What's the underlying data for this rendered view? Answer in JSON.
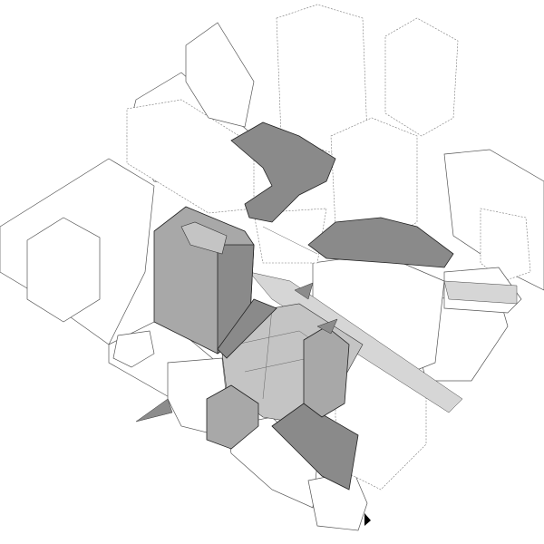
{
  "colors": {
    "background": "#ffffff",
    "highlight_dark": "#8a8a8a",
    "highlight_mid": "#a8a8a8",
    "street": "#c4c4c4",
    "outline": "#555555"
  },
  "icons": [
    "direction-arrow-left",
    "direction-arrow-center",
    "direction-arrow-right",
    "cursor-icon"
  ]
}
